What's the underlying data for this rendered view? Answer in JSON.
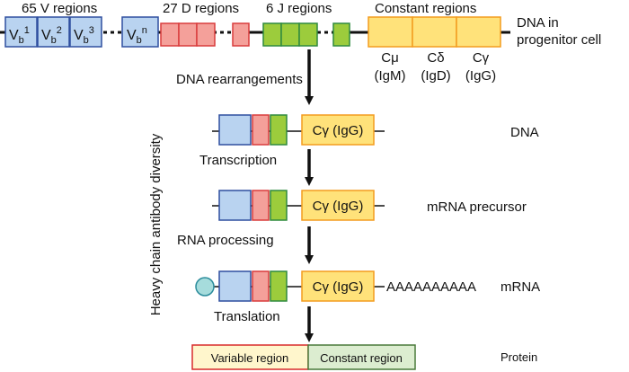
{
  "headers": {
    "v_regions": "65 V regions",
    "d_regions": "27 D regions",
    "j_regions": "6 J regions",
    "constant_regions": "Constant regions"
  },
  "v_labels": [
    {
      "base": "V",
      "sub": "b",
      "sup": "1"
    },
    {
      "base": "V",
      "sub": "b",
      "sup": "2"
    },
    {
      "base": "V",
      "sub": "b",
      "sup": "3"
    },
    {
      "base": "V",
      "sub": "b",
      "sup": "n"
    }
  ],
  "constant_labels": [
    {
      "line1": "Cμ",
      "line2": "(IgM)"
    },
    {
      "line1": "Cδ",
      "line2": "(IgD)"
    },
    {
      "line1": "Cγ",
      "line2": "(IgG)"
    }
  ],
  "side_label": "Heavy chain antibody diversity",
  "dna_label_line1": "DNA in",
  "dna_label_line2": "progenitor cell",
  "steps": {
    "rearrangement": "DNA rearrangements",
    "transcription": "Transcription",
    "processing": "RNA processing",
    "translation": "Translation"
  },
  "stage_labels": {
    "dna": "DNA",
    "precursor": "mRNA precursor",
    "mrna": "mRNA",
    "protein": "Protein"
  },
  "segment_text": "Cγ (IgG)",
  "polya_tail": "AAAAAAAAAA",
  "protein_regions": {
    "variable": "Variable region",
    "constant": "Constant region"
  },
  "colors": {
    "v_fill": "#b9d3f0",
    "v_stroke": "#2f4f9f",
    "d_fill": "#f4a09a",
    "d_stroke": "#d93c3c",
    "j_fill": "#9ccc3c",
    "j_stroke": "#2e8a3e",
    "c_fill": "#ffe27a",
    "c_stroke": "#f39c1e",
    "cap_fill": "#a6dcdc",
    "cap_stroke": "#2b8c9c",
    "var_fill": "#fff6cc",
    "var_stroke": "#d92b2b",
    "const_fill": "#dcedd0",
    "const_stroke": "#4a7a3a"
  }
}
